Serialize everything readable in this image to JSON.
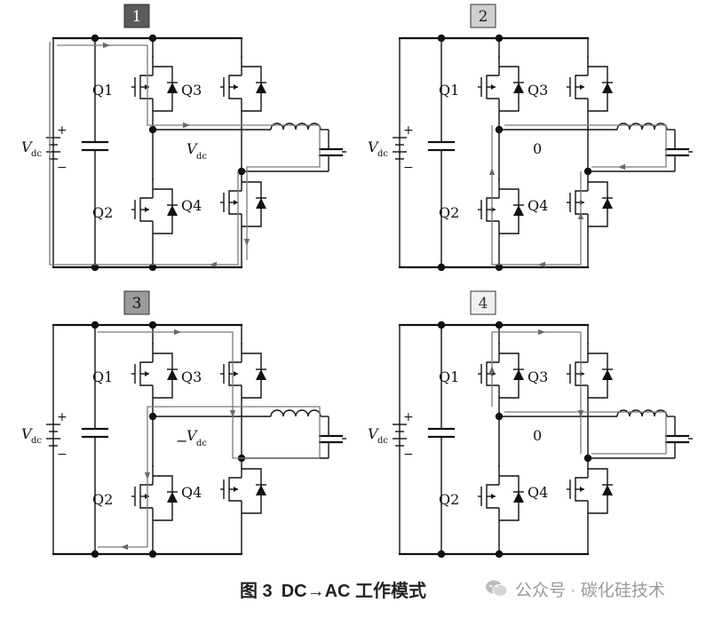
{
  "caption": {
    "figure_label": "图 3",
    "main": "DC→AC 工作模式",
    "watermark_brand": "公众号 · 碳化硅技术"
  },
  "panels": [
    {
      "badge": "1",
      "badge_fill": "#5a5a5a",
      "badge_text_color": "#ffffff",
      "output_voltage": "V",
      "output_voltage_sub": "dc",
      "output_voltage_prefix": ""
    },
    {
      "badge": "2",
      "badge_fill": "#cfcfcf",
      "badge_text_color": "#222222",
      "output_voltage": "0",
      "output_voltage_sub": "",
      "output_voltage_prefix": ""
    },
    {
      "badge": "3",
      "badge_fill": "#9a9a9a",
      "badge_text_color": "#111111",
      "output_voltage": "V",
      "output_voltage_sub": "dc",
      "output_voltage_prefix": "−"
    },
    {
      "badge": "4",
      "badge_fill": "#f0f0f0",
      "badge_text_color": "#333333",
      "output_voltage": "0",
      "output_voltage_sub": "",
      "output_voltage_prefix": ""
    }
  ],
  "labels": {
    "q1": "Q1",
    "q2": "Q2",
    "q3": "Q3",
    "q4": "Q4",
    "vdc": "V",
    "vdc_sub": "dc",
    "plus": "+",
    "minus": "−"
  },
  "colors": {
    "wire": "#111111",
    "current_path": "#7a7a7a"
  }
}
